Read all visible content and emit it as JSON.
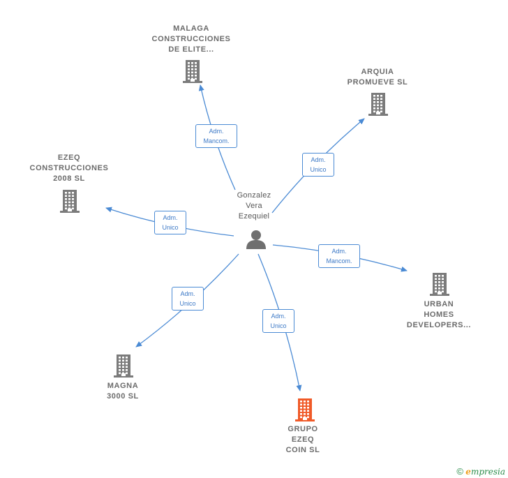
{
  "center": {
    "name": "Gonzalez\nVera\nEzequiel"
  },
  "companies": [
    {
      "id": "malaga",
      "name": "MALAGA\nCONSTRUCCIONES\nDE ELITE...",
      "color": "#7b7b7b"
    },
    {
      "id": "arquia",
      "name": "ARQUIA\nPROMUEVE  SL",
      "color": "#7b7b7b"
    },
    {
      "id": "ezeq2008",
      "name": "EZEQ\nCONSTRUCCIONES\n2008  SL",
      "color": "#7b7b7b"
    },
    {
      "id": "urban",
      "name": "URBAN\nHOMES\nDEVELOPERS...",
      "color": "#7b7b7b"
    },
    {
      "id": "magna",
      "name": "MAGNA\n3000  SL",
      "color": "#7b7b7b"
    },
    {
      "id": "grupo",
      "name": "GRUPO\nEZEQ\nCOIN  SL",
      "color": "#f05a28"
    }
  ],
  "edges": [
    {
      "to": "malaga",
      "label": "Adm.\nMancom."
    },
    {
      "to": "arquia",
      "label": "Adm.\nUnico"
    },
    {
      "to": "ezeq2008",
      "label": "Adm.\nUnico"
    },
    {
      "to": "urban",
      "label": "Adm.\nMancom."
    },
    {
      "to": "magna",
      "label": "Adm.\nUnico"
    },
    {
      "to": "grupo",
      "label": "Adm.\nUnico"
    }
  ],
  "footer": {
    "copyright": "©",
    "brand_e": "e",
    "brand_rest": "mpresia"
  },
  "colors": {
    "edge": "#4a8ad4",
    "person": "#6f6f6f"
  }
}
